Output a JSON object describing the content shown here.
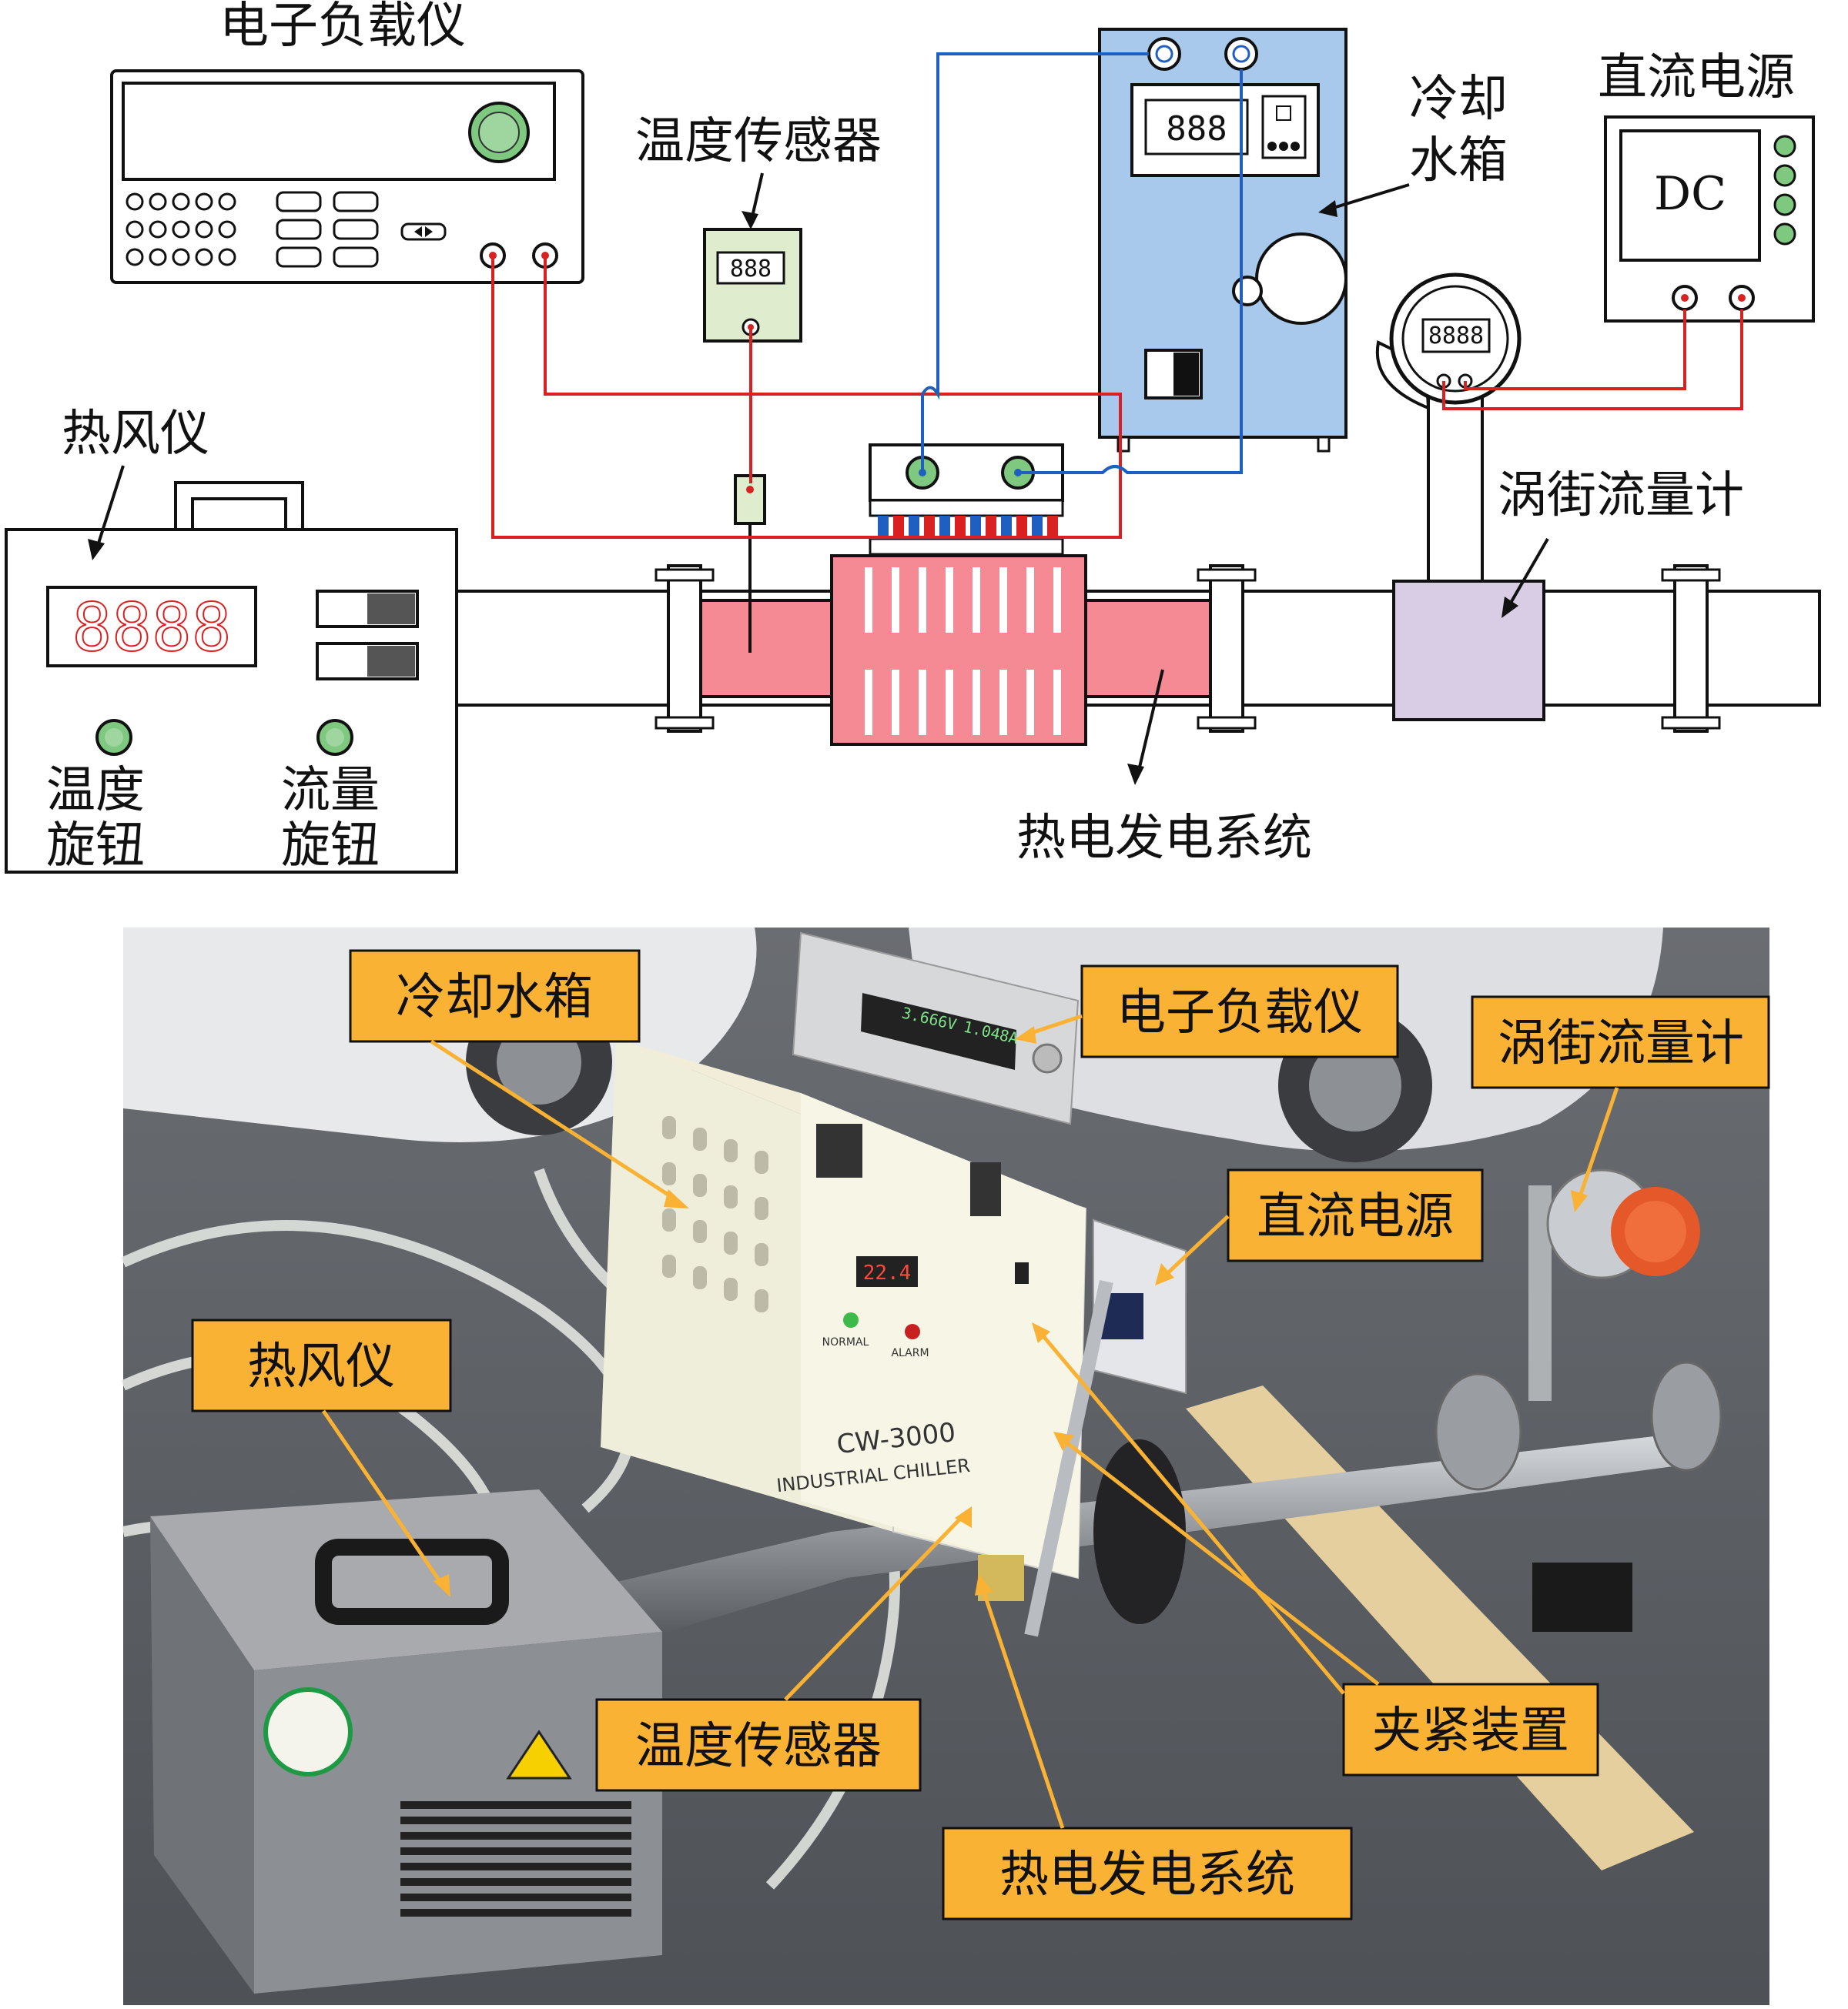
{
  "diagram": {
    "labels": {
      "electronic_load": "电子负载仪",
      "temp_sensor": "温度传感器",
      "cooling_tank_1": "冷却",
      "cooling_tank_2": "水箱",
      "dc_power": "直流电源",
      "hot_air": "热风仪",
      "vortex_meter": "涡街流量计",
      "teg_system": "热电发电系统",
      "temp_knob_1": "温度",
      "temp_knob_2": "旋钮",
      "flow_knob_1": "流量",
      "flow_knob_2": "旋钮"
    },
    "readouts": {
      "sensor": "888",
      "tank": "888",
      "meter": "8888",
      "hot_air": "8888",
      "dc": "DC"
    },
    "colors": {
      "wire_red": "#d92121",
      "wire_blue": "#1f5fbf",
      "tank_blue": "#a8c9ec",
      "teg_pink": "#f58a94",
      "sensor_green": "#dfeccd",
      "meter_purple": "#d9cde6",
      "knob_green": "#7fc87f"
    }
  },
  "photo": {
    "callouts": {
      "cooling_tank": "冷却水箱",
      "electronic_load": "电子负载仪",
      "vortex_meter": "涡街流量计",
      "dc_power": "直流电源",
      "hot_air": "热风仪",
      "clamp": "夹紧装置",
      "temp_sensor": "温度传感器",
      "teg_system": "热电发电系统"
    },
    "printed_text": {
      "chiller_model": "CW-3000",
      "chiller_name": "INDUSTRIAL CHILLER",
      "chiller_display": "22.4",
      "normal": "NORMAL",
      "alarm": "ALARM",
      "load_reading_1": "3.666V",
      "load_reading_2": "1.048A"
    },
    "colors": {
      "callout_fill": "#f9b233",
      "arrow": "#f9b233"
    }
  }
}
